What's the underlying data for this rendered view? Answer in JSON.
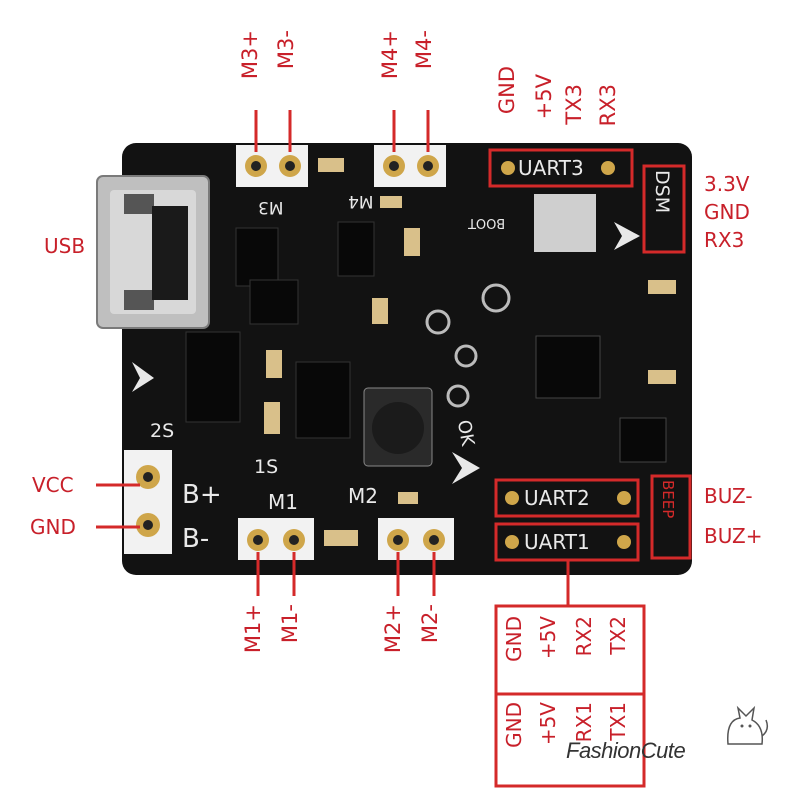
{
  "top_pins": {
    "m3_plus": "M3+",
    "m3_minus": "M3-",
    "m4_plus": "M4+",
    "m4_minus": "M4-",
    "uart3_gnd": "GND",
    "uart3_5v": "+5V",
    "uart3_tx": "TX3",
    "uart3_rx": "RX3"
  },
  "right_pins": {
    "dsm_3v3": "3.3V",
    "dsm_gnd": "GND",
    "dsm_rx": "RX3",
    "buz_minus": "BUZ-",
    "buz_plus": "BUZ+"
  },
  "left_pins": {
    "usb": "USB",
    "vcc": "VCC",
    "gnd": "GND"
  },
  "bottom_pins": {
    "m1_plus": "M1+",
    "m1_minus": "M1-",
    "m2_plus": "M2+",
    "m2_minus": "M2-"
  },
  "uart_table": {
    "row1": [
      "GND",
      "+5V",
      "RX2",
      "TX2"
    ],
    "row2": [
      "GND",
      "+5V",
      "RX1",
      "TX1"
    ]
  },
  "board_silk": {
    "uart3": "UART3",
    "uart2": "UART2",
    "uart1": "UART1",
    "dsm": "DSM",
    "beep": "BEEP",
    "b_plus": "B+",
    "b_minus": "B-",
    "m1": "M1",
    "m2": "M2",
    "m3": "M3",
    "m4": "M4",
    "s2": "2S",
    "s1": "1S",
    "boot": "BOOT",
    "ok": "OK"
  },
  "watermark": "FashionCute",
  "colors": {
    "label_red": "#c8202a",
    "board_black": "#121212",
    "gold_pad": "#cfa64a"
  }
}
